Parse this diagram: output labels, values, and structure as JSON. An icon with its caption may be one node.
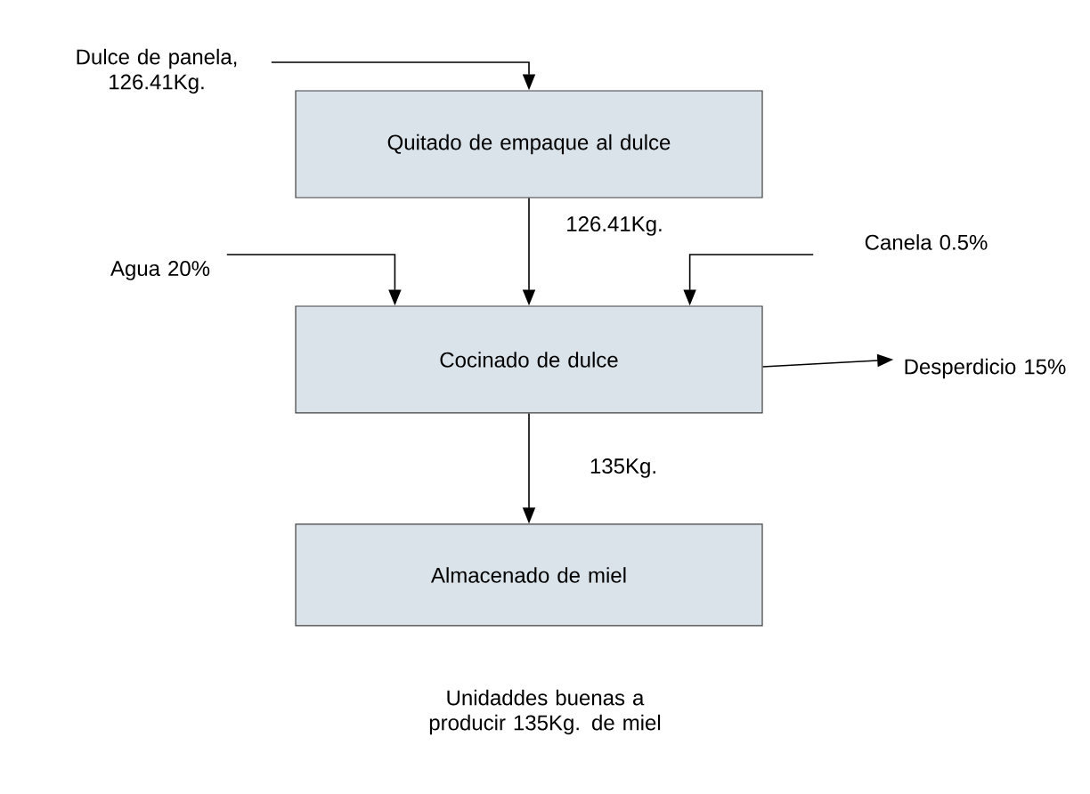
{
  "diagram": {
    "nodes": [
      {
        "text": [
          "Dulce de panela, 126.41Kg."
        ]
      },
      {
        "text": [
          "Quitado de empaque al dulce"
        ]
      },
      {
        "text": [
          "Agua 20%"
        ]
      },
      {
        "text": [
          "Canela 0.5%"
        ]
      },
      {
        "text": [
          "Cocinado de dulce"
        ]
      },
      {
        "text": [
          "Desperdicio 15%"
        ]
      },
      {
        "text": [
          "Almacenado de miel"
        ]
      }
    ],
    "edges": [
      {
        "from": 0,
        "to": 1,
        "arrow": "to"
      },
      {
        "from": 1,
        "to": 4,
        "arrow": "to",
        "label": "126.41Kg."
      },
      {
        "from": 2,
        "to": 4,
        "arrow": "to"
      },
      {
        "from": 3,
        "to": 4,
        "arrow": "to"
      },
      {
        "from": 4,
        "to": 5,
        "arrow": "to"
      },
      {
        "from": 4,
        "to": 6,
        "arrow": "to",
        "label": "135Kg."
      }
    ],
    "labels": [
      "Unidaddes buenas a producir 135Kg. de miel"
    ]
  }
}
